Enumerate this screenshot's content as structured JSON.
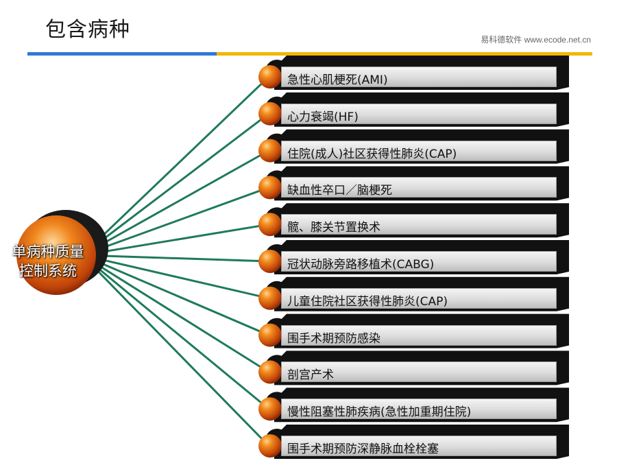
{
  "header": {
    "title": "包含病种",
    "brand": "易科德软件  www.ecode.net.cn"
  },
  "center": {
    "line1": "单病种质量",
    "line2": "控制系统"
  },
  "items": [
    {
      "label": "急性心肌梗死(AMI)"
    },
    {
      "label": "心力衰竭(HF)"
    },
    {
      "label": "住院(成人)社区获得性肺炎(CAP)"
    },
    {
      "label": "缺血性卒口／脑梗死"
    },
    {
      "label": "髋、膝关节置换术"
    },
    {
      "label": "冠状动脉旁路移植术(CABG)"
    },
    {
      "label": "儿童住院社区获得性肺炎(CAP)"
    },
    {
      "label": "围手术期预防感染"
    },
    {
      "label": "剖宫产术"
    },
    {
      "label": "慢性阻塞性肺疾病(急性加重期住院)"
    },
    {
      "label": "围手术期预防深静脉血栓栓塞"
    }
  ],
  "colors": {
    "connector": "#1f7a5c",
    "orb": "#e06a10",
    "blue_rule": "#2e7bd4",
    "yellow_rule": "#f2b705"
  }
}
